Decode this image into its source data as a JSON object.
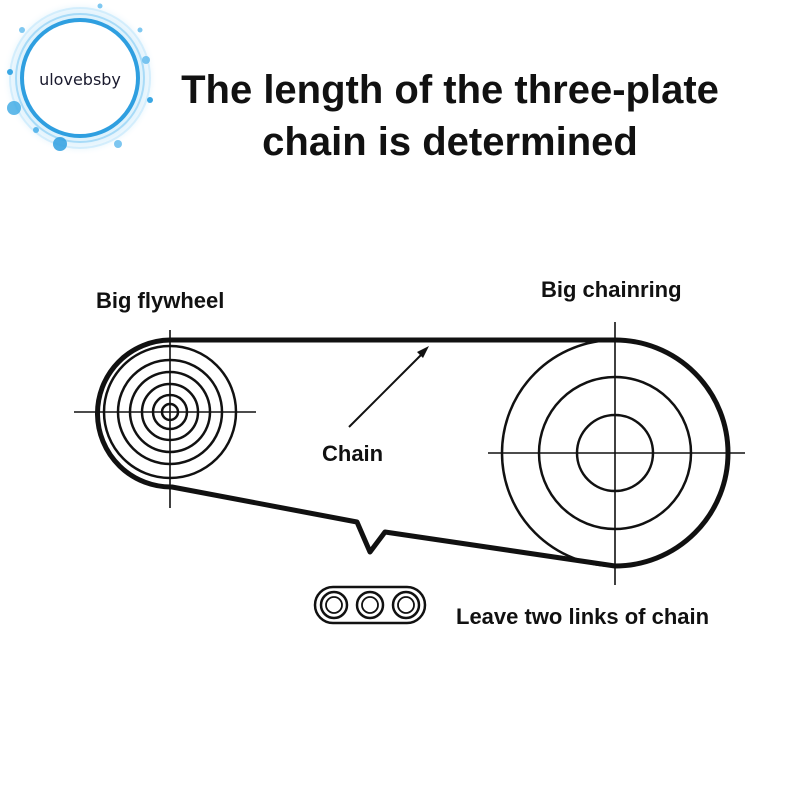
{
  "title": {
    "line1": "The length of the three-plate",
    "line2": "chain is determined"
  },
  "labels": {
    "flywheel": "Big flywheel",
    "chainring": "Big chainring",
    "chain": "Chain",
    "leave": "Leave two links of chain"
  },
  "badge": {
    "text": "ulovebsby"
  },
  "colors": {
    "stroke": "#111111",
    "badge_ring": "#2f9fe0",
    "badge_glow": "#bfe6fb"
  }
}
